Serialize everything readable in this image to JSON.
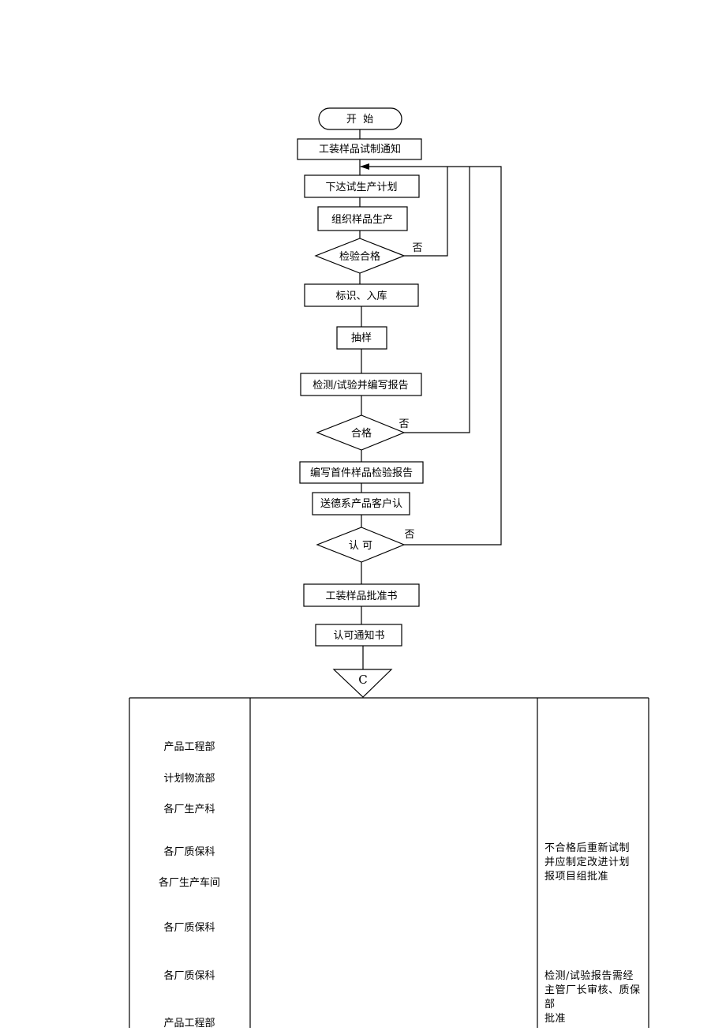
{
  "flowchart": {
    "start": "开  始",
    "notice": "工装样品试制通知",
    "plan": "下达试生产计划",
    "organize": "组织样品生产",
    "inspect_pass": "检验合格",
    "label_store": "标识、入库",
    "sampling": "抽样",
    "test_report": "检测/试验并编写报告",
    "qualified": "合格",
    "first_report": "编写首件样品检验报告",
    "send_customer": "送德系产品客户认",
    "approve": "认 可",
    "approval_doc": "工装样品批准书",
    "approval_notice": "认可通知书",
    "connector": "C",
    "no_label": "否"
  },
  "table": {
    "departments": [
      "产品工程部",
      "计划物流部",
      "各厂生产科",
      "各厂质保科",
      "各厂生产车间",
      "各厂质保科",
      "各厂质保科",
      "产品工程部"
    ],
    "notes": [
      "不合格后重新试制\n并应制定改进计划\n报项目组批准",
      "检测/试验报告需经\n主管厂长审核、质保部\n批准"
    ]
  }
}
